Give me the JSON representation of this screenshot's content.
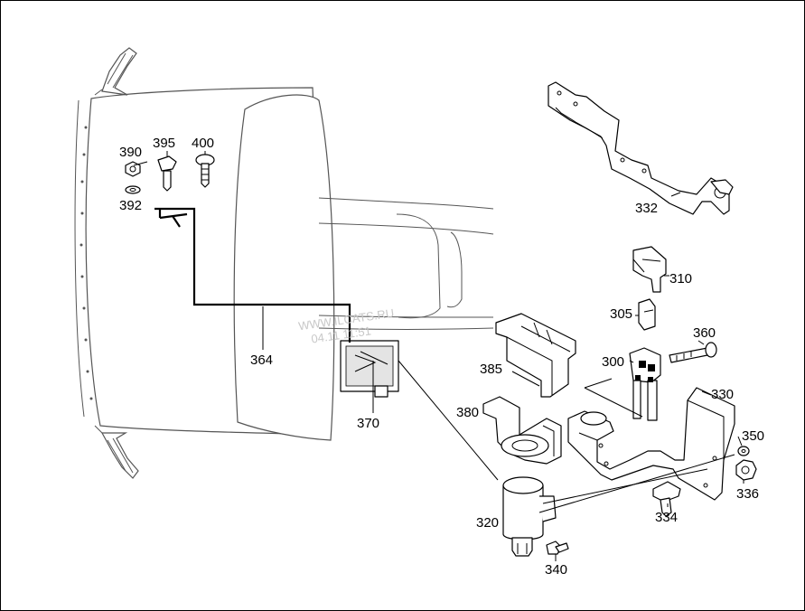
{
  "watermark": {
    "line1": "WWW.ILCATS.RU",
    "line2": "04.11 11:51"
  },
  "callouts": [
    {
      "id": "390",
      "label": "390"
    },
    {
      "id": "395",
      "label": "395"
    },
    {
      "id": "400",
      "label": "400"
    },
    {
      "id": "392",
      "label": "392"
    },
    {
      "id": "364",
      "label": "364"
    },
    {
      "id": "370",
      "label": "370"
    },
    {
      "id": "332",
      "label": "332"
    },
    {
      "id": "310",
      "label": "310"
    },
    {
      "id": "305",
      "label": "305"
    },
    {
      "id": "360",
      "label": "360"
    },
    {
      "id": "300",
      "label": "300"
    },
    {
      "id": "385",
      "label": "385"
    },
    {
      "id": "330",
      "label": "330"
    },
    {
      "id": "380",
      "label": "380"
    },
    {
      "id": "350",
      "label": "350"
    },
    {
      "id": "336",
      "label": "336"
    },
    {
      "id": "334",
      "label": "334"
    },
    {
      "id": "320",
      "label": "320"
    },
    {
      "id": "340",
      "label": "340"
    }
  ]
}
